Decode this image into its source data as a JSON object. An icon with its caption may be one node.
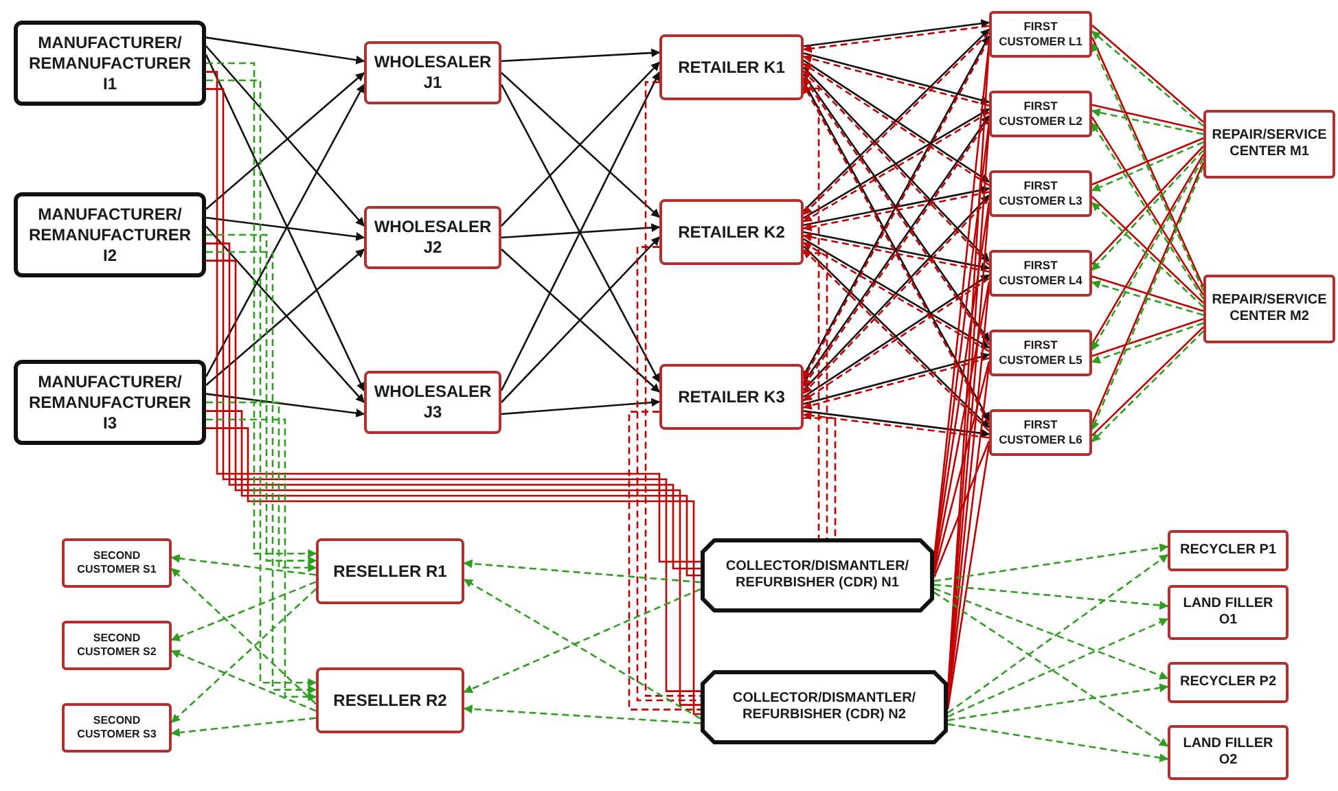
{
  "diagram": {
    "nodes": [
      {
        "text": [
          "MANUFACTURER/ REMANUFACTURER I1"
        ]
      },
      {
        "text": [
          "MANUFACTURER/ REMANUFACTURER I2"
        ]
      },
      {
        "text": [
          "MANUFACTURER/ REMANUFACTURER I3"
        ]
      },
      {
        "text": [
          "WHOLESALER J1"
        ]
      },
      {
        "text": [
          "WHOLESALER J2"
        ]
      },
      {
        "text": [
          "WHOLESALER J3"
        ]
      },
      {
        "text": [
          "RETAILER K1"
        ]
      },
      {
        "text": [
          "RETAILER K2"
        ]
      },
      {
        "text": [
          "RETAILER K3"
        ]
      },
      {
        "text": [
          "FIRST CUSTOMER L1"
        ]
      },
      {
        "text": [
          "FIRST CUSTOMER L2"
        ]
      },
      {
        "text": [
          "FIRST CUSTOMER L3"
        ]
      },
      {
        "text": [
          "FIRST CUSTOMER L4"
        ]
      },
      {
        "text": [
          "FIRST CUSTOMER L5"
        ]
      },
      {
        "text": [
          "FIRST CUSTOMER L6"
        ]
      },
      {
        "text": [
          "REPAIR/SERVICE CENTER M1"
        ]
      },
      {
        "text": [
          "REPAIR/SERVICE CENTER M2"
        ]
      },
      {
        "text": [
          "SECOND CUSTOMER S1"
        ]
      },
      {
        "text": [
          "SECOND CUSTOMER S2"
        ]
      },
      {
        "text": [
          "SECOND CUSTOMER S3"
        ]
      },
      {
        "text": [
          "RESELLER R1"
        ]
      },
      {
        "text": [
          "RESELLER R2"
        ]
      },
      {
        "text": [
          "COLLECTOR/DISMANTLER/ REFURBISHER (CDR) N1"
        ]
      },
      {
        "text": [
          "COLLECTOR/DISMANTLER/ REFURBISHER (CDR) N2"
        ]
      },
      {
        "text": [
          "RECYCLER P1"
        ]
      },
      {
        "text": [
          "LAND FILLER O1"
        ]
      },
      {
        "text": [
          "RECYCLER P2"
        ]
      },
      {
        "text": [
          "LAND FILLER O2"
        ]
      }
    ],
    "edges": [
      {
        "from": 0,
        "to": 3,
        "arrow": "to",
        "color": "#111111"
      },
      {
        "from": 0,
        "to": 4,
        "arrow": "to",
        "color": "#111111"
      },
      {
        "from": 0,
        "to": 5,
        "arrow": "to",
        "color": "#111111"
      },
      {
        "from": 1,
        "to": 3,
        "arrow": "to",
        "color": "#111111"
      },
      {
        "from": 1,
        "to": 4,
        "arrow": "to",
        "color": "#111111"
      },
      {
        "from": 1,
        "to": 5,
        "arrow": "to",
        "color": "#111111"
      },
      {
        "from": 2,
        "to": 3,
        "arrow": "to",
        "color": "#111111"
      },
      {
        "from": 2,
        "to": 4,
        "arrow": "to",
        "color": "#111111"
      },
      {
        "from": 2,
        "to": 5,
        "arrow": "to",
        "color": "#111111"
      },
      {
        "from": 3,
        "to": 6,
        "arrow": "to",
        "color": "#111111"
      },
      {
        "from": 3,
        "to": 7,
        "arrow": "to",
        "color": "#111111"
      },
      {
        "from": 3,
        "to": 8,
        "arrow": "to",
        "color": "#111111"
      },
      {
        "from": 4,
        "to": 6,
        "arrow": "to",
        "color": "#111111"
      },
      {
        "from": 4,
        "to": 7,
        "arrow": "to",
        "color": "#111111"
      },
      {
        "from": 4,
        "to": 8,
        "arrow": "to",
        "color": "#111111"
      },
      {
        "from": 5,
        "to": 6,
        "arrow": "to",
        "color": "#111111"
      },
      {
        "from": 5,
        "to": 7,
        "arrow": "to",
        "color": "#111111"
      },
      {
        "from": 5,
        "to": 8,
        "arrow": "to",
        "color": "#111111"
      },
      {
        "from": 6,
        "to": 9,
        "arrow": "to",
        "color": "#111111"
      },
      {
        "from": 6,
        "to": 10,
        "arrow": "to",
        "color": "#111111"
      },
      {
        "from": 6,
        "to": 11,
        "arrow": "to",
        "color": "#111111"
      },
      {
        "from": 6,
        "to": 12,
        "arrow": "to",
        "color": "#111111"
      },
      {
        "from": 6,
        "to": 13,
        "arrow": "to",
        "color": "#111111"
      },
      {
        "from": 6,
        "to": 14,
        "arrow": "to",
        "color": "#111111"
      },
      {
        "from": 7,
        "to": 9,
        "arrow": "to",
        "color": "#111111"
      },
      {
        "from": 7,
        "to": 10,
        "arrow": "to",
        "color": "#111111"
      },
      {
        "from": 7,
        "to": 11,
        "arrow": "to",
        "color": "#111111"
      },
      {
        "from": 7,
        "to": 12,
        "arrow": "to",
        "color": "#111111"
      },
      {
        "from": 7,
        "to": 13,
        "arrow": "to",
        "color": "#111111"
      },
      {
        "from": 7,
        "to": 14,
        "arrow": "to",
        "color": "#111111"
      },
      {
        "from": 8,
        "to": 9,
        "arrow": "to",
        "color": "#111111"
      },
      {
        "from": 8,
        "to": 10,
        "arrow": "to",
        "color": "#111111"
      },
      {
        "from": 8,
        "to": 11,
        "arrow": "to",
        "color": "#111111"
      },
      {
        "from": 8,
        "to": 12,
        "arrow": "to",
        "color": "#111111"
      },
      {
        "from": 8,
        "to": 13,
        "arrow": "to",
        "color": "#111111"
      },
      {
        "from": 8,
        "to": 14,
        "arrow": "to",
        "color": "#111111"
      },
      {
        "from": 9,
        "to": 6,
        "arrow": "to",
        "style": "dashed",
        "color": "#c00000"
      },
      {
        "from": 10,
        "to": 6,
        "arrow": "to",
        "style": "dashed",
        "color": "#c00000"
      },
      {
        "from": 11,
        "to": 6,
        "arrow": "to",
        "style": "dashed",
        "color": "#c00000"
      },
      {
        "from": 12,
        "to": 6,
        "arrow": "to",
        "style": "dashed",
        "color": "#c00000"
      },
      {
        "from": 13,
        "to": 6,
        "arrow": "to",
        "style": "dashed",
        "color": "#c00000"
      },
      {
        "from": 14,
        "to": 6,
        "arrow": "to",
        "style": "dashed",
        "color": "#c00000"
      },
      {
        "from": 9,
        "to": 7,
        "arrow": "to",
        "style": "dashed",
        "color": "#c00000"
      },
      {
        "from": 10,
        "to": 7,
        "arrow": "to",
        "style": "dashed",
        "color": "#c00000"
      },
      {
        "from": 11,
        "to": 7,
        "arrow": "to",
        "style": "dashed",
        "color": "#c00000"
      },
      {
        "from": 12,
        "to": 7,
        "arrow": "to",
        "style": "dashed",
        "color": "#c00000"
      },
      {
        "from": 13,
        "to": 7,
        "arrow": "to",
        "style": "dashed",
        "color": "#c00000"
      },
      {
        "from": 14,
        "to": 7,
        "arrow": "to",
        "style": "dashed",
        "color": "#c00000"
      },
      {
        "from": 9,
        "to": 8,
        "arrow": "to",
        "style": "dashed",
        "color": "#c00000"
      },
      {
        "from": 10,
        "to": 8,
        "arrow": "to",
        "style": "dashed",
        "color": "#c00000"
      },
      {
        "from": 11,
        "to": 8,
        "arrow": "to",
        "style": "dashed",
        "color": "#c00000"
      },
      {
        "from": 12,
        "to": 8,
        "arrow": "to",
        "style": "dashed",
        "color": "#c00000"
      },
      {
        "from": 13,
        "to": 8,
        "arrow": "to",
        "style": "dashed",
        "color": "#c00000"
      },
      {
        "from": 14,
        "to": 8,
        "arrow": "to",
        "style": "dashed",
        "color": "#c00000"
      },
      {
        "from": 6,
        "to": 22,
        "arrow": "none",
        "style": "dashed",
        "color": "#c00000"
      },
      {
        "from": 6,
        "to": 23,
        "arrow": "none",
        "style": "dashed",
        "color": "#c00000"
      },
      {
        "from": 7,
        "to": 22,
        "arrow": "none",
        "style": "dashed",
        "color": "#c00000"
      },
      {
        "from": 7,
        "to": 23,
        "arrow": "none",
        "style": "dashed",
        "color": "#c00000"
      },
      {
        "from": 8,
        "to": 22,
        "arrow": "none",
        "style": "dashed",
        "color": "#c00000"
      },
      {
        "from": 8,
        "to": 23,
        "arrow": "none",
        "style": "dashed",
        "color": "#c00000"
      },
      {
        "from": 9,
        "to": 15,
        "arrow": "none",
        "color": "#c00000"
      },
      {
        "from": 9,
        "to": 16,
        "arrow": "none",
        "color": "#c00000"
      },
      {
        "from": 10,
        "to": 15,
        "arrow": "none",
        "color": "#c00000"
      },
      {
        "from": 10,
        "to": 16,
        "arrow": "none",
        "color": "#c00000"
      },
      {
        "from": 11,
        "to": 15,
        "arrow": "none",
        "color": "#c00000"
      },
      {
        "from": 11,
        "to": 16,
        "arrow": "none",
        "color": "#c00000"
      },
      {
        "from": 12,
        "to": 15,
        "arrow": "none",
        "color": "#c00000"
      },
      {
        "from": 12,
        "to": 16,
        "arrow": "none",
        "color": "#c00000"
      },
      {
        "from": 13,
        "to": 15,
        "arrow": "none",
        "color": "#c00000"
      },
      {
        "from": 13,
        "to": 16,
        "arrow": "none",
        "color": "#c00000"
      },
      {
        "from": 14,
        "to": 15,
        "arrow": "none",
        "color": "#c00000"
      },
      {
        "from": 14,
        "to": 16,
        "arrow": "none",
        "color": "#c00000"
      },
      {
        "from": 15,
        "to": 9,
        "arrow": "to",
        "style": "dashed",
        "color": "#2e9e1e"
      },
      {
        "from": 15,
        "to": 10,
        "arrow": "to",
        "style": "dashed",
        "color": "#2e9e1e"
      },
      {
        "from": 15,
        "to": 11,
        "arrow": "to",
        "style": "dashed",
        "color": "#2e9e1e"
      },
      {
        "from": 15,
        "to": 12,
        "arrow": "to",
        "style": "dashed",
        "color": "#2e9e1e"
      },
      {
        "from": 15,
        "to": 13,
        "arrow": "to",
        "style": "dashed",
        "color": "#2e9e1e"
      },
      {
        "from": 15,
        "to": 14,
        "arrow": "to",
        "style": "dashed",
        "color": "#2e9e1e"
      },
      {
        "from": 16,
        "to": 9,
        "arrow": "to",
        "style": "dashed",
        "color": "#2e9e1e"
      },
      {
        "from": 16,
        "to": 10,
        "arrow": "to",
        "style": "dashed",
        "color": "#2e9e1e"
      },
      {
        "from": 16,
        "to": 11,
        "arrow": "to",
        "style": "dashed",
        "color": "#2e9e1e"
      },
      {
        "from": 16,
        "to": 12,
        "arrow": "to",
        "style": "dashed",
        "color": "#2e9e1e"
      },
      {
        "from": 16,
        "to": 13,
        "arrow": "to",
        "style": "dashed",
        "color": "#2e9e1e"
      },
      {
        "from": 16,
        "to": 14,
        "arrow": "to",
        "style": "dashed",
        "color": "#2e9e1e"
      },
      {
        "from": 9,
        "to": 22,
        "arrow": "none",
        "color": "#c00000"
      },
      {
        "from": 9,
        "to": 23,
        "arrow": "none",
        "color": "#c00000"
      },
      {
        "from": 10,
        "to": 22,
        "arrow": "none",
        "color": "#c00000"
      },
      {
        "from": 10,
        "to": 23,
        "arrow": "none",
        "color": "#c00000"
      },
      {
        "from": 11,
        "to": 22,
        "arrow": "none",
        "color": "#c00000"
      },
      {
        "from": 11,
        "to": 23,
        "arrow": "none",
        "color": "#c00000"
      },
      {
        "from": 12,
        "to": 22,
        "arrow": "none",
        "color": "#c00000"
      },
      {
        "from": 12,
        "to": 23,
        "arrow": "none",
        "color": "#c00000"
      },
      {
        "from": 13,
        "to": 22,
        "arrow": "none",
        "color": "#c00000"
      },
      {
        "from": 13,
        "to": 23,
        "arrow": "none",
        "color": "#c00000"
      },
      {
        "from": 14,
        "to": 22,
        "arrow": "none",
        "color": "#c00000"
      },
      {
        "from": 14,
        "to": 23,
        "arrow": "none",
        "color": "#c00000"
      },
      {
        "from": 0,
        "to": 22,
        "arrow": "none",
        "color": "#c00000"
      },
      {
        "from": 0,
        "to": 23,
        "arrow": "none",
        "color": "#c00000"
      },
      {
        "from": 1,
        "to": 22,
        "arrow": "none",
        "color": "#c00000"
      },
      {
        "from": 1,
        "to": 23,
        "arrow": "none",
        "color": "#c00000"
      },
      {
        "from": 2,
        "to": 22,
        "arrow": "none",
        "color": "#c00000"
      },
      {
        "from": 2,
        "to": 23,
        "arrow": "none",
        "color": "#c00000"
      },
      {
        "from": 0,
        "to": 20,
        "arrow": "to",
        "style": "dashed",
        "color": "#2e9e1e"
      },
      {
        "from": 0,
        "to": 21,
        "arrow": "to",
        "style": "dashed",
        "color": "#2e9e1e"
      },
      {
        "from": 1,
        "to": 20,
        "arrow": "to",
        "style": "dashed",
        "color": "#2e9e1e"
      },
      {
        "from": 1,
        "to": 21,
        "arrow": "to",
        "style": "dashed",
        "color": "#2e9e1e"
      },
      {
        "from": 2,
        "to": 20,
        "arrow": "to",
        "style": "dashed",
        "color": "#2e9e1e"
      },
      {
        "from": 2,
        "to": 21,
        "arrow": "to",
        "style": "dashed",
        "color": "#2e9e1e"
      },
      {
        "from": 20,
        "to": 17,
        "arrow": "to",
        "style": "dashed",
        "color": "#2e9e1e"
      },
      {
        "from": 20,
        "to": 18,
        "arrow": "to",
        "style": "dashed",
        "color": "#2e9e1e"
      },
      {
        "from": 20,
        "to": 19,
        "arrow": "to",
        "style": "dashed",
        "color": "#2e9e1e"
      },
      {
        "from": 21,
        "to": 17,
        "arrow": "to",
        "style": "dashed",
        "color": "#2e9e1e"
      },
      {
        "from": 21,
        "to": 18,
        "arrow": "to",
        "style": "dashed",
        "color": "#2e9e1e"
      },
      {
        "from": 21,
        "to": 19,
        "arrow": "to",
        "style": "dashed",
        "color": "#2e9e1e"
      },
      {
        "from": 22,
        "to": 20,
        "arrow": "to",
        "style": "dashed",
        "color": "#2e9e1e"
      },
      {
        "from": 22,
        "to": 21,
        "arrow": "to",
        "style": "dashed",
        "color": "#2e9e1e"
      },
      {
        "from": 23,
        "to": 20,
        "arrow": "to",
        "style": "dashed",
        "color": "#2e9e1e"
      },
      {
        "from": 23,
        "to": 21,
        "arrow": "to",
        "style": "dashed",
        "color": "#2e9e1e"
      },
      {
        "from": 22,
        "to": 24,
        "arrow": "to",
        "style": "dashed",
        "color": "#2e9e1e"
      },
      {
        "from": 22,
        "to": 25,
        "arrow": "to",
        "style": "dashed",
        "color": "#2e9e1e"
      },
      {
        "from": 22,
        "to": 26,
        "arrow": "to",
        "style": "dashed",
        "color": "#2e9e1e"
      },
      {
        "from": 22,
        "to": 27,
        "arrow": "to",
        "style": "dashed",
        "color": "#2e9e1e"
      },
      {
        "from": 23,
        "to": 24,
        "arrow": "to",
        "style": "dashed",
        "color": "#2e9e1e"
      },
      {
        "from": 23,
        "to": 25,
        "arrow": "to",
        "style": "dashed",
        "color": "#2e9e1e"
      },
      {
        "from": 23,
        "to": 26,
        "arrow": "to",
        "style": "dashed",
        "color": "#2e9e1e"
      },
      {
        "from": 23,
        "to": 27,
        "arrow": "to",
        "style": "dashed",
        "color": "#2e9e1e"
      }
    ]
  }
}
